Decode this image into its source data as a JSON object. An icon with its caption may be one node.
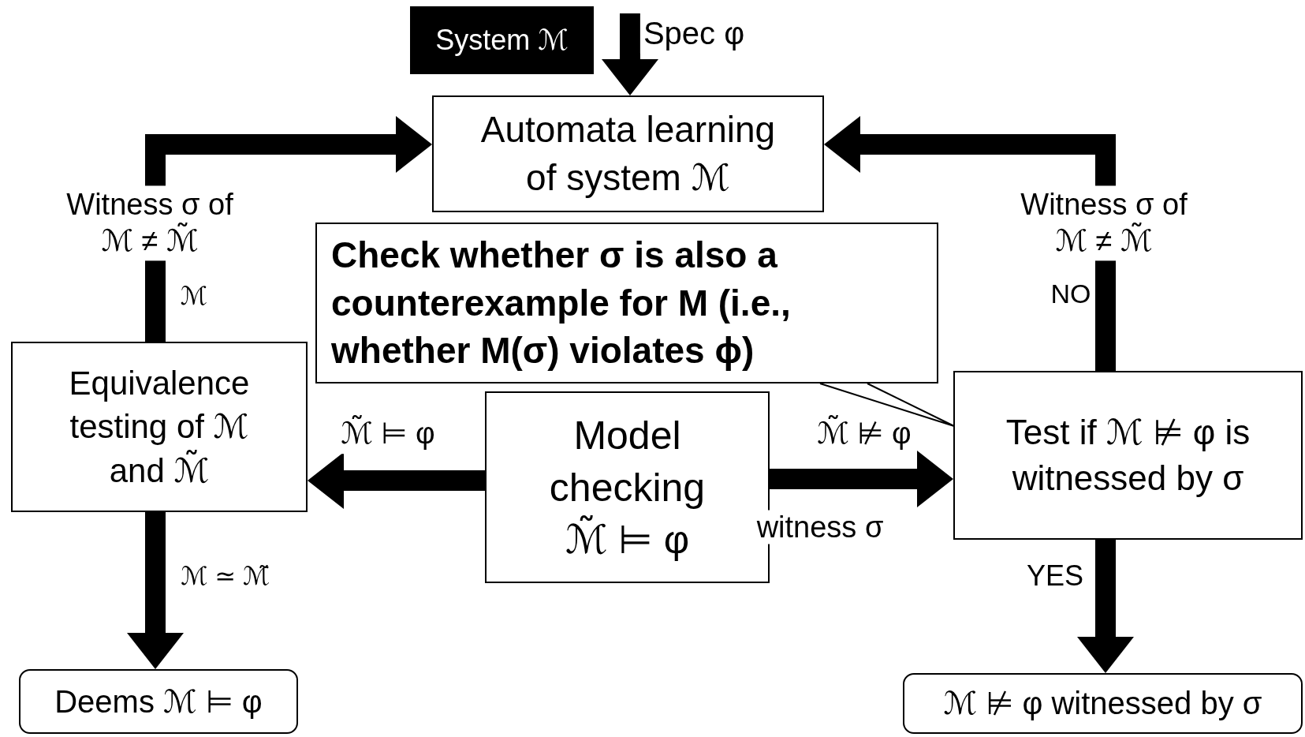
{
  "diagram": {
    "nodes": [
      {
        "text": [
          "System ℳ"
        ]
      },
      {
        "text": [
          "Automata learning of system ℳ"
        ]
      },
      {
        "text": [
          "Check whether σ is also a counterexample for M (i.e., whether M(σ) violates ϕ)"
        ]
      },
      {
        "text": [
          "Equivalence testing of ℳ and ℳ̃"
        ]
      },
      {
        "text": [
          "Model checking",
          "ℳ̃ ⊨ φ"
        ]
      },
      {
        "text": [
          "Test if ℳ ⊭ φ is witnessed by σ"
        ]
      },
      {
        "text": [
          "Deems ℳ ⊨ φ"
        ]
      },
      {
        "text": [
          "ℳ ⊭ φ witnessed by σ"
        ]
      }
    ],
    "edges": [
      {
        "from": null,
        "to": 1,
        "arrow": "to",
        "label": "Spec φ"
      },
      {
        "from": 3,
        "to": 1,
        "arrow": "to",
        "label": "Witness σ of ℳ ≠ ℳ̃"
      },
      {
        "from": 4,
        "to": 3,
        "arrow": "to",
        "label": "ℳ̃ ⊨ φ"
      },
      {
        "from": 4,
        "to": 5,
        "arrow": "to",
        "label": "ℳ̃ ⊭ φ"
      },
      {
        "from": 5,
        "to": 1,
        "arrow": "to",
        "label": "Witness σ of ℳ ≠ ℳ̃"
      },
      {
        "from": 3,
        "to": 6,
        "arrow": "to",
        "label": "ℳ ≃ ℳ̃"
      },
      {
        "from": 5,
        "to": 7,
        "arrow": "to",
        "label": "YES"
      },
      {
        "from": 2,
        "to": 5,
        "arrow": "none"
      }
    ],
    "labels": [
      "ℳ",
      "NO",
      "witness σ"
    ]
  }
}
